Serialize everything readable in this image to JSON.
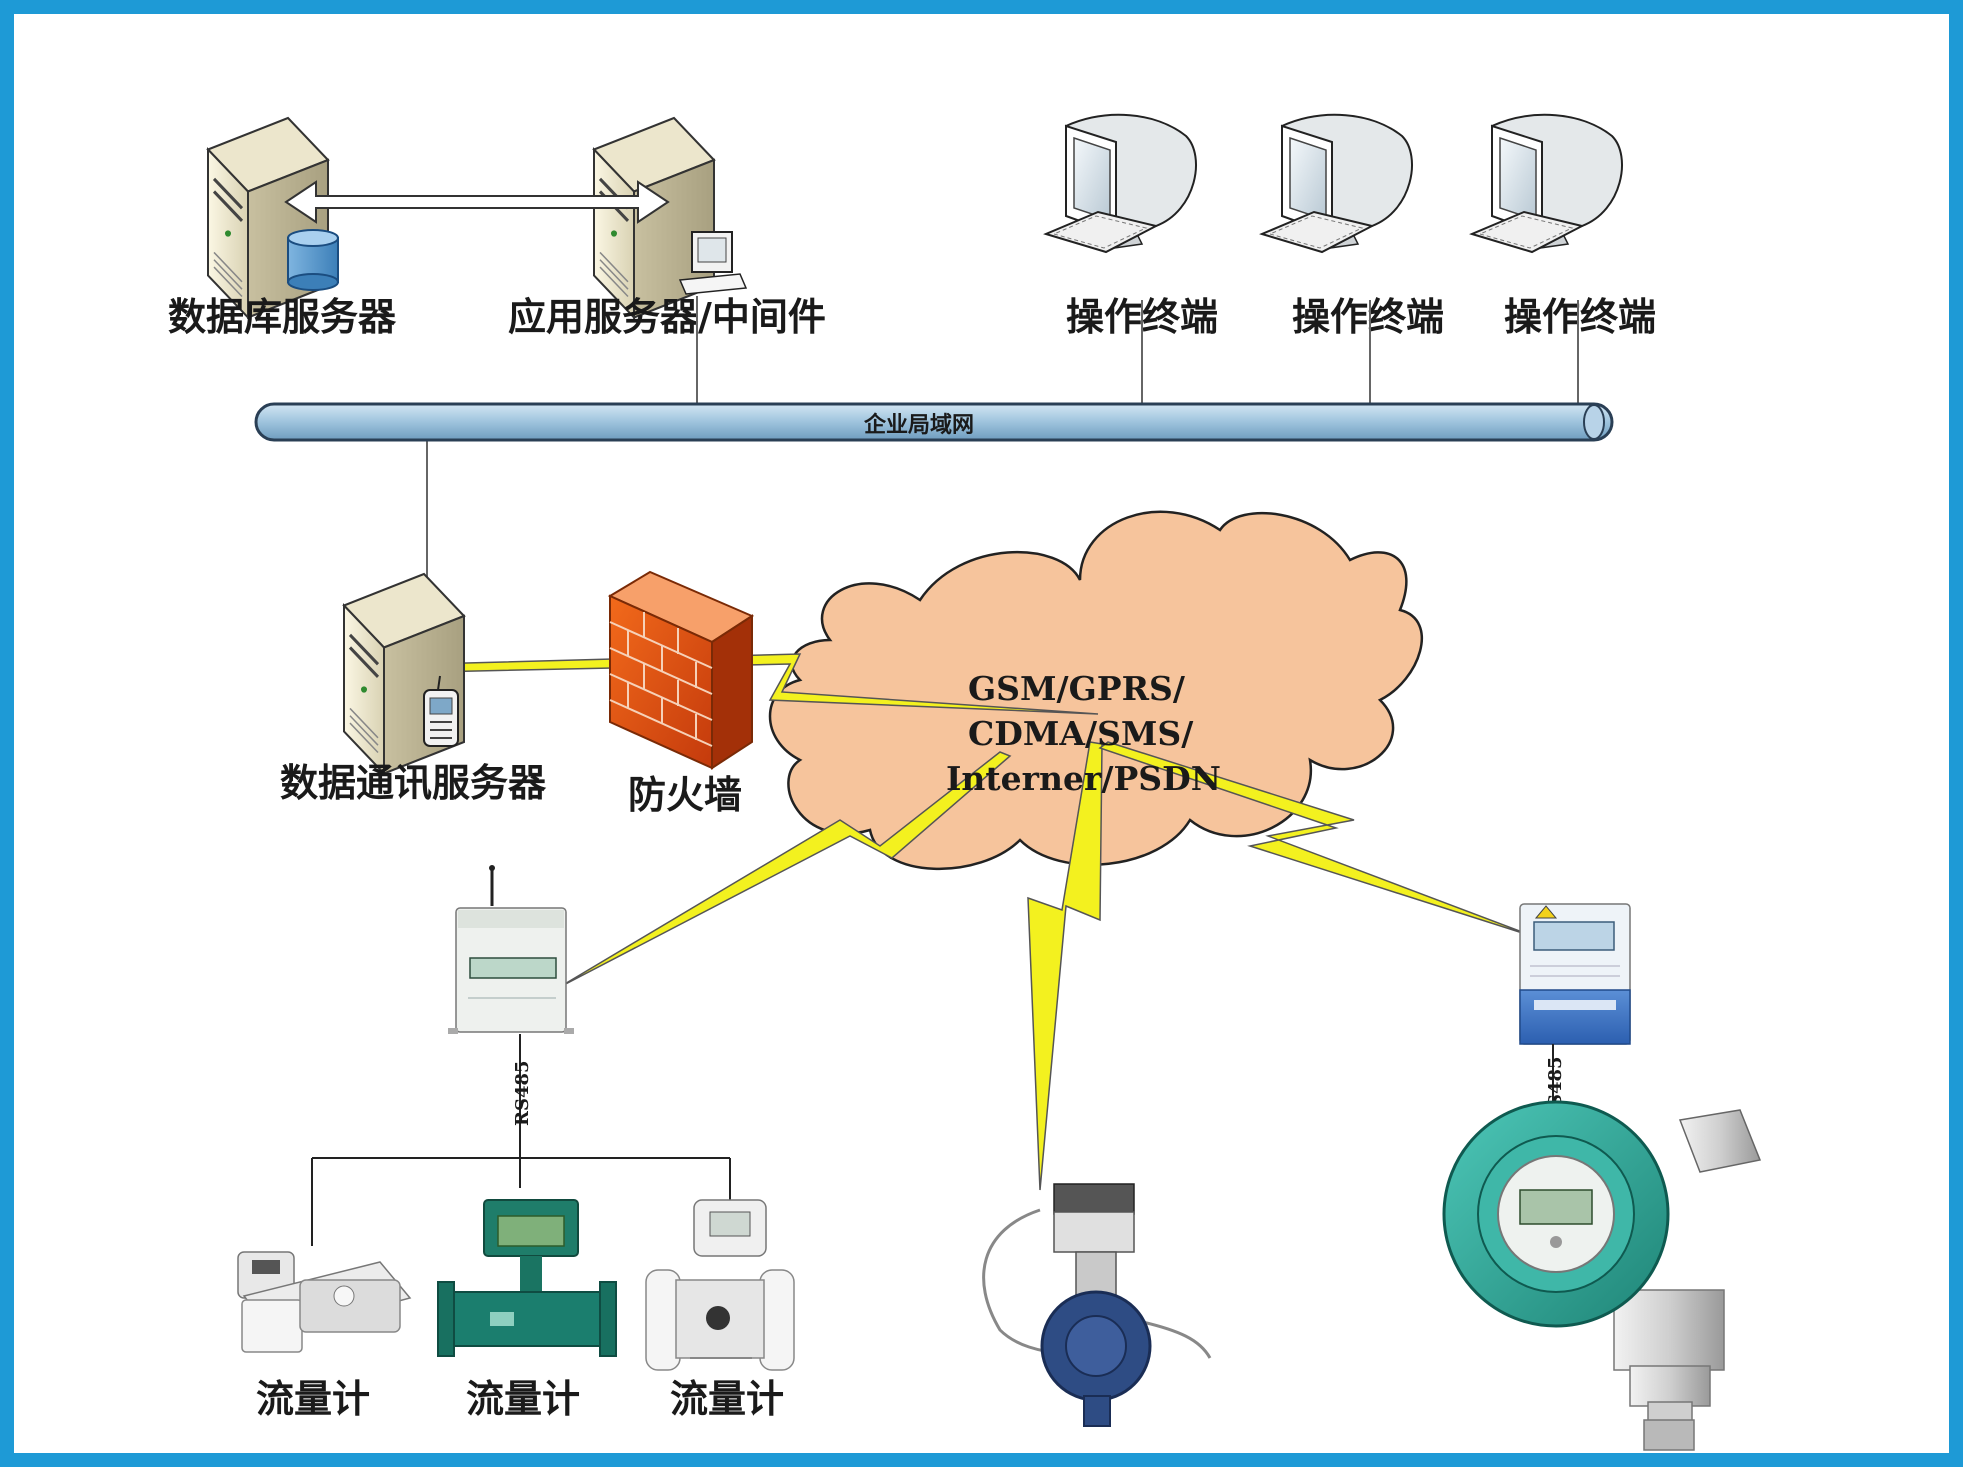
{
  "diagram": {
    "labels": {
      "db_server": "数据库服务器",
      "app_server": "应用服务器/中间件",
      "terminal_1": "操作终端",
      "terminal_2": "操作终端",
      "terminal_3": "操作终端",
      "lan": "企业局域网",
      "comm_server": "数据通讯服务器",
      "firewall": "防火墙",
      "network_line1": "GSM/GPRS/",
      "network_line2": "CDMA/SMS/",
      "network_line3": "Interner/PSDN",
      "rs485_left": "RS485",
      "rs485_right": "RS485",
      "flowmeter_1": "流量计",
      "flowmeter_2": "流量计",
      "flowmeter_3": "流量计"
    },
    "colors": {
      "frame": "#1e9ad6",
      "lan_pipe": "#9ec3dd",
      "cloud": "#f6c49c",
      "lightning": "#f3f11f",
      "flowmeter_green": "#1a8a7a",
      "transmitter_teal": "#2aa89a"
    },
    "icons": [
      "database-server-icon",
      "application-server-icon",
      "workstation-icon",
      "communication-server-icon",
      "firewall-icon",
      "cloud-network-icon",
      "data-collector-icon",
      "flowmeter-icon",
      "electric-meter-icon",
      "pressure-transmitter-icon",
      "lightning-link-icon"
    ]
  }
}
